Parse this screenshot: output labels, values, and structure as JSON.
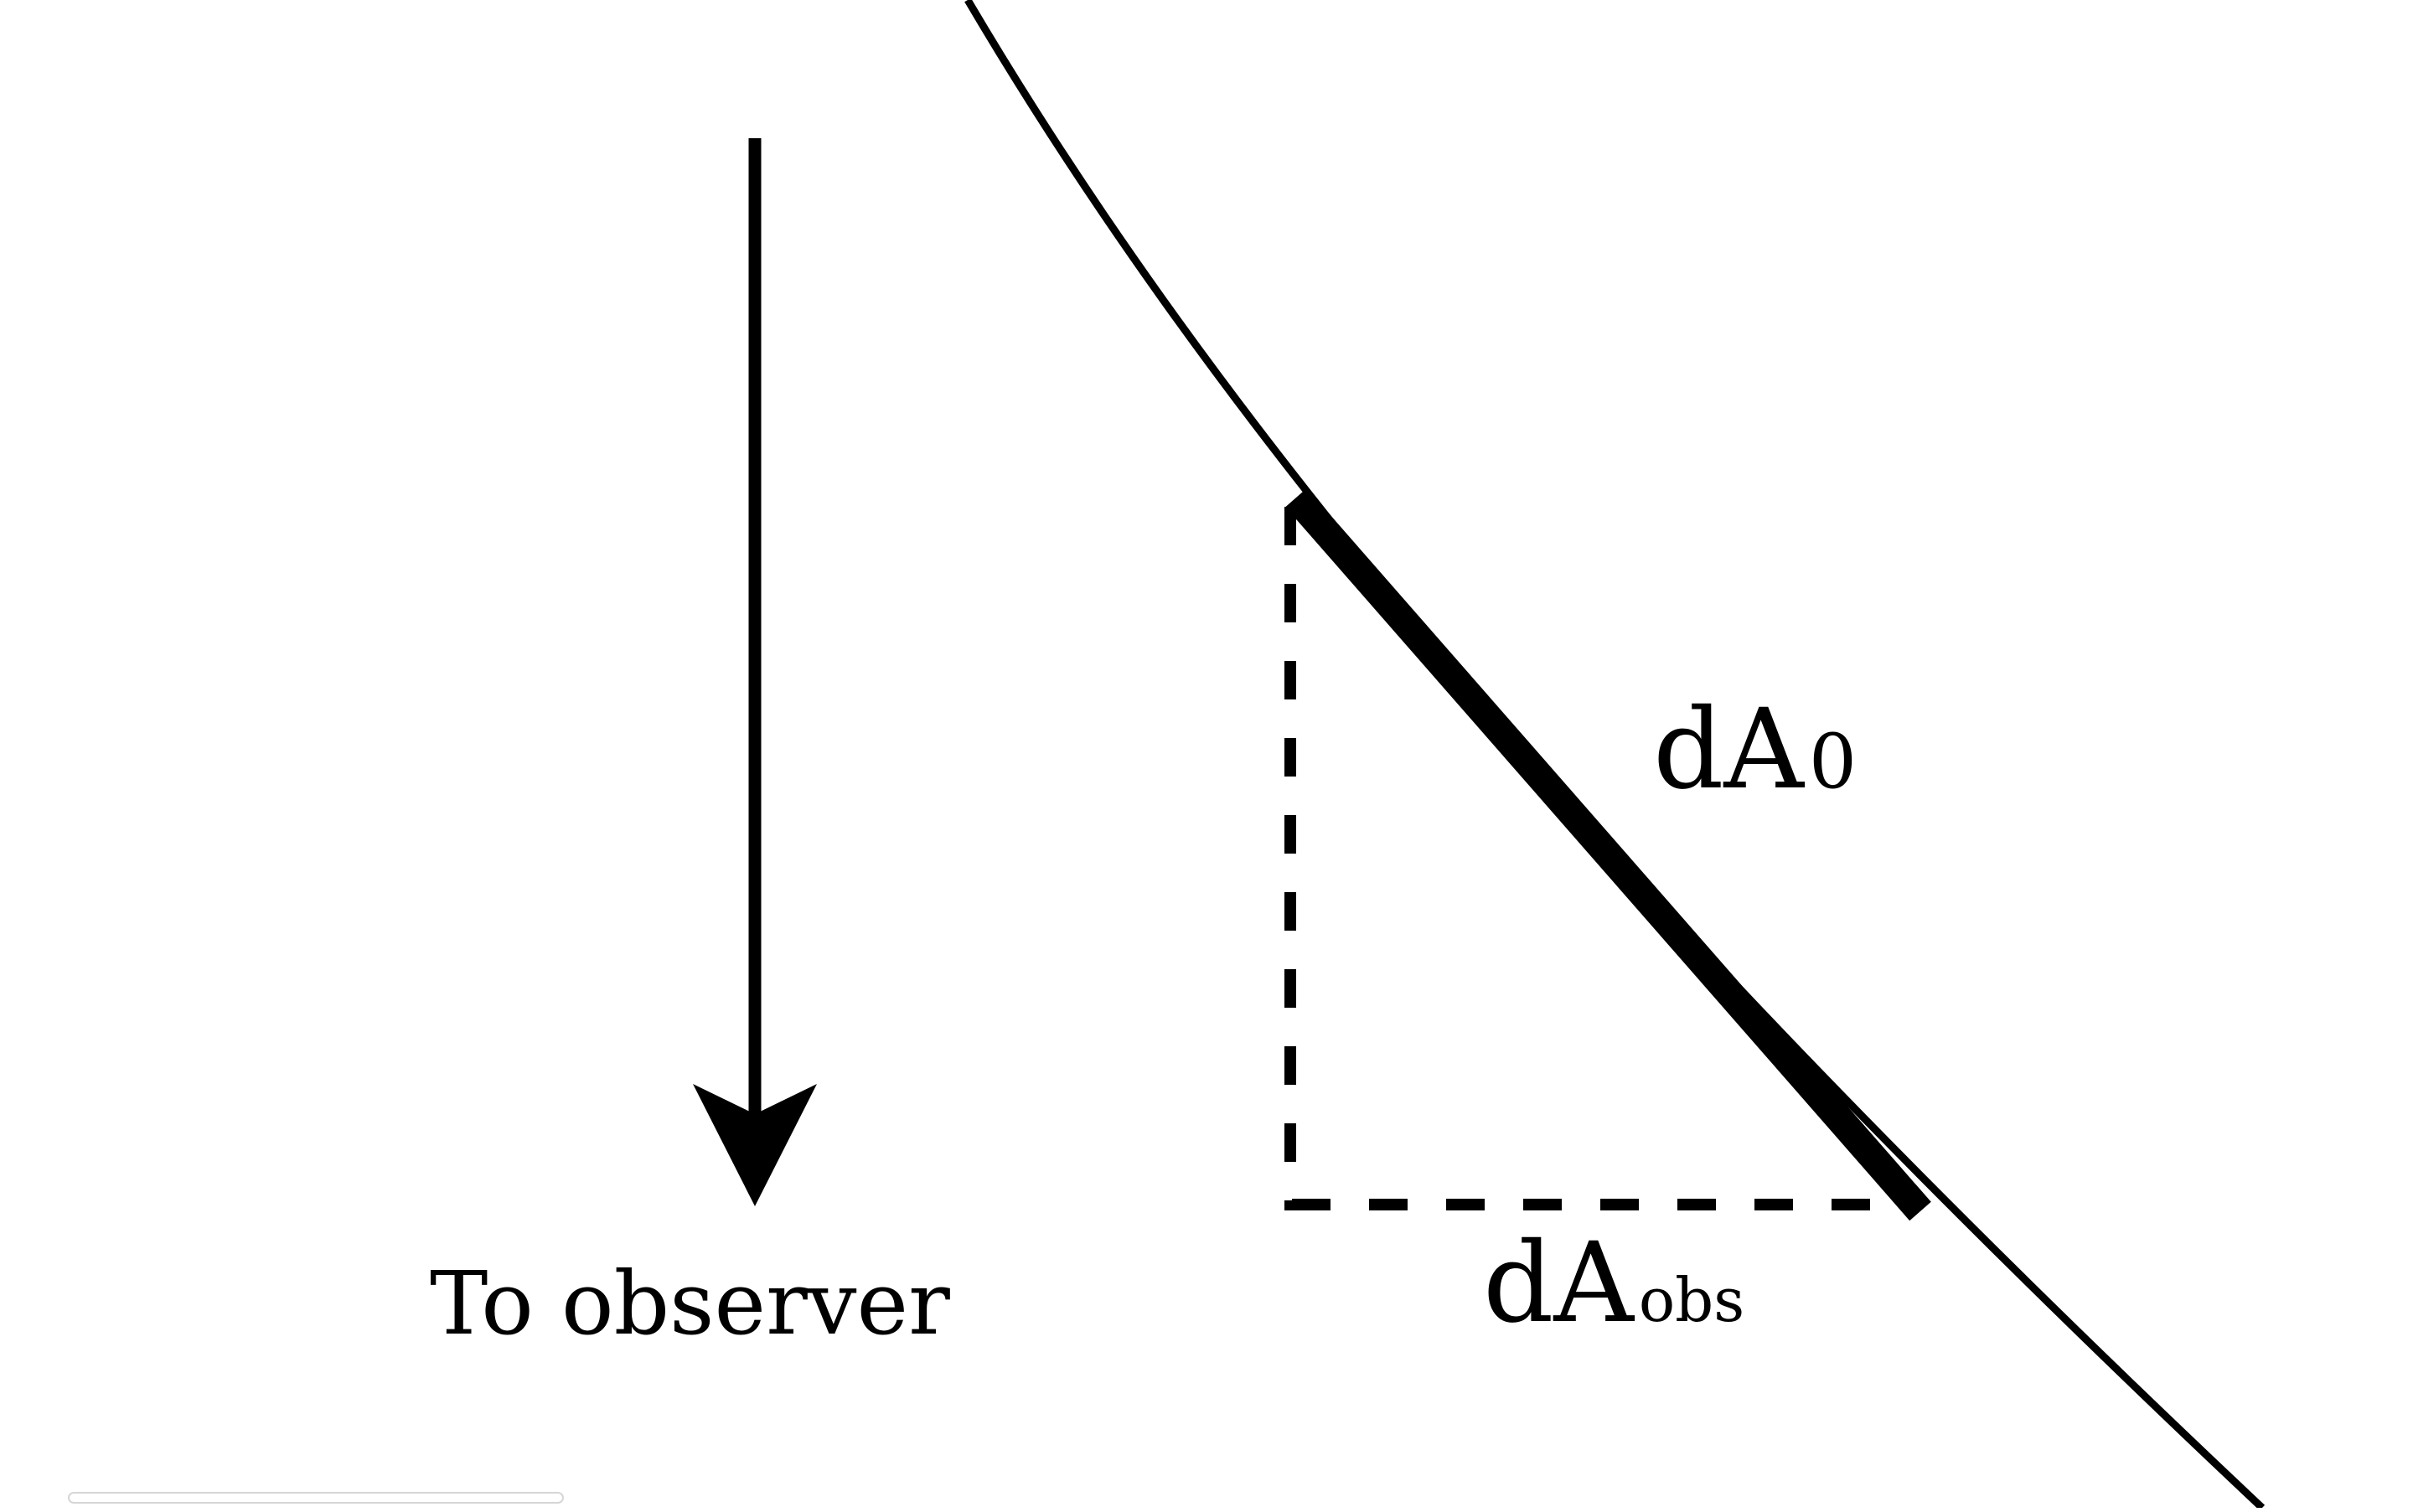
{
  "labels": {
    "arrow_label": "To observer",
    "surface_element": {
      "base": "dA",
      "sub": "0"
    },
    "projected_element": {
      "base": "dA",
      "sub": "obs"
    }
  },
  "colors": {
    "ink": "#000000",
    "background": "#ffffff"
  }
}
